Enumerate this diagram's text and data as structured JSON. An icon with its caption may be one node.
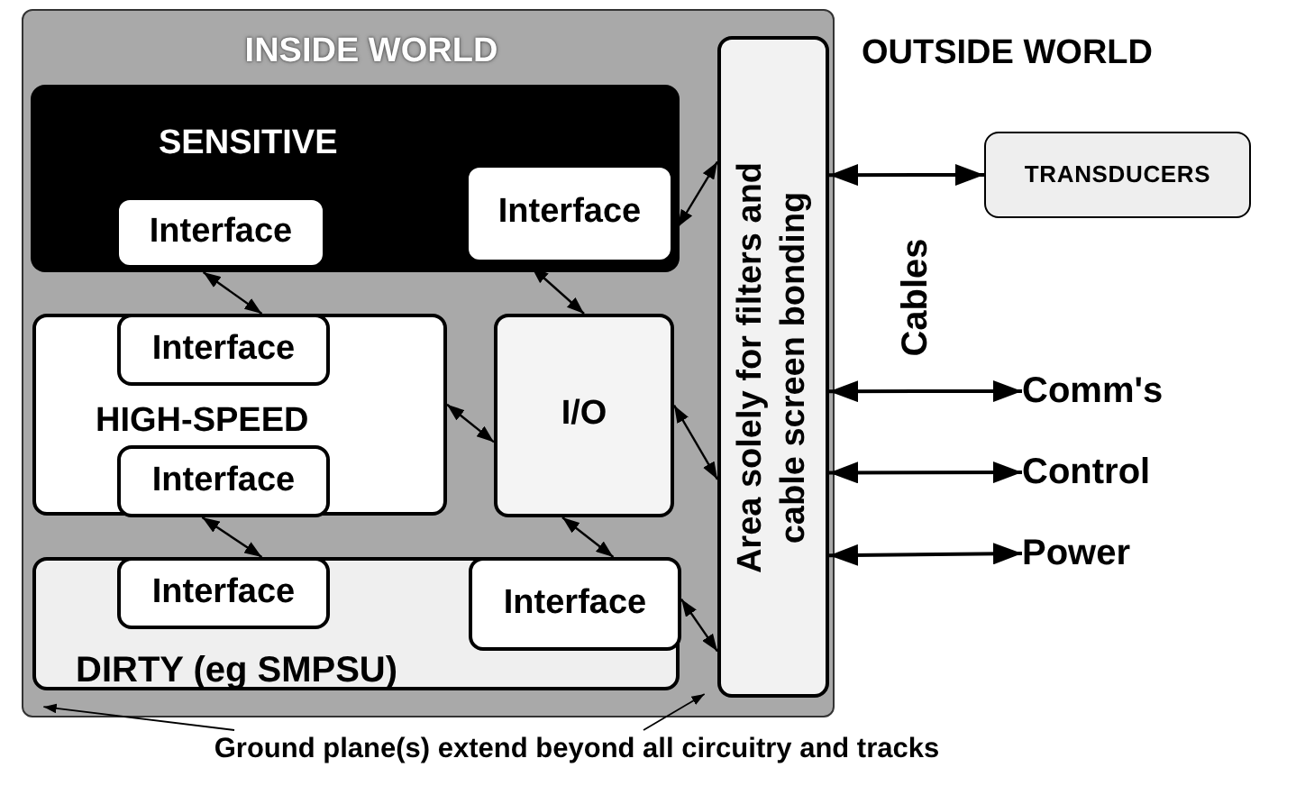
{
  "diagram": {
    "nodes": [
      {
        "text": [
          "INSIDE WORLD"
        ]
      },
      {
        "text": [
          "SENSITIVE"
        ],
        "in": 0
      },
      {
        "text": [
          "Interface"
        ],
        "in": 1
      },
      {
        "text": [
          "Interface"
        ],
        "in": 1
      },
      {
        "text": [
          "HIGH-SPEED"
        ],
        "in": 0
      },
      {
        "text": [
          "Interface"
        ],
        "in": 4
      },
      {
        "text": [
          "Interface"
        ],
        "in": 4
      },
      {
        "text": [
          "I/O"
        ],
        "in": 0
      },
      {
        "text": [
          "DIRTY (eg SMPSU)"
        ],
        "in": 0
      },
      {
        "text": [
          "Interface"
        ],
        "in": 8
      },
      {
        "text": [
          "Interface"
        ],
        "in": 8
      },
      {
        "text": [
          "Area solely for filters and cable screen bonding"
        ],
        "in": 0
      },
      {
        "text": [
          "TRANSDUCERS"
        ]
      },
      {
        "text": [
          "Comm's"
        ]
      },
      {
        "text": [
          "Control"
        ]
      },
      {
        "text": [
          "Power"
        ]
      },
      {
        "text": [
          "Ground plane(s) extend beyond all circuitry and tracks"
        ]
      }
    ],
    "edges": [
      {
        "from": 2,
        "to": 5,
        "arrow": "both"
      },
      {
        "from": 3,
        "to": 7,
        "arrow": "both"
      },
      {
        "from": 3,
        "to": 11,
        "arrow": "both"
      },
      {
        "from": 4,
        "to": 7,
        "arrow": "both"
      },
      {
        "from": 7,
        "to": 11,
        "arrow": "both"
      },
      {
        "from": 6,
        "to": 9,
        "arrow": "both"
      },
      {
        "from": 7,
        "to": 10,
        "arrow": "both"
      },
      {
        "from": 10,
        "to": 11,
        "arrow": "both"
      },
      {
        "from": 11,
        "to": 12,
        "arrow": "both"
      },
      {
        "from": 11,
        "to": 13,
        "arrow": "both"
      },
      {
        "from": 11,
        "to": 14,
        "arrow": "both"
      },
      {
        "from": 11,
        "to": 15,
        "arrow": "both"
      },
      {
        "from": 16,
        "to": 0,
        "arrow": "to"
      },
      {
        "from": 16,
        "to": 0,
        "arrow": "to"
      }
    ],
    "labels": [
      "OUTSIDE WORLD",
      "Cables"
    ]
  }
}
